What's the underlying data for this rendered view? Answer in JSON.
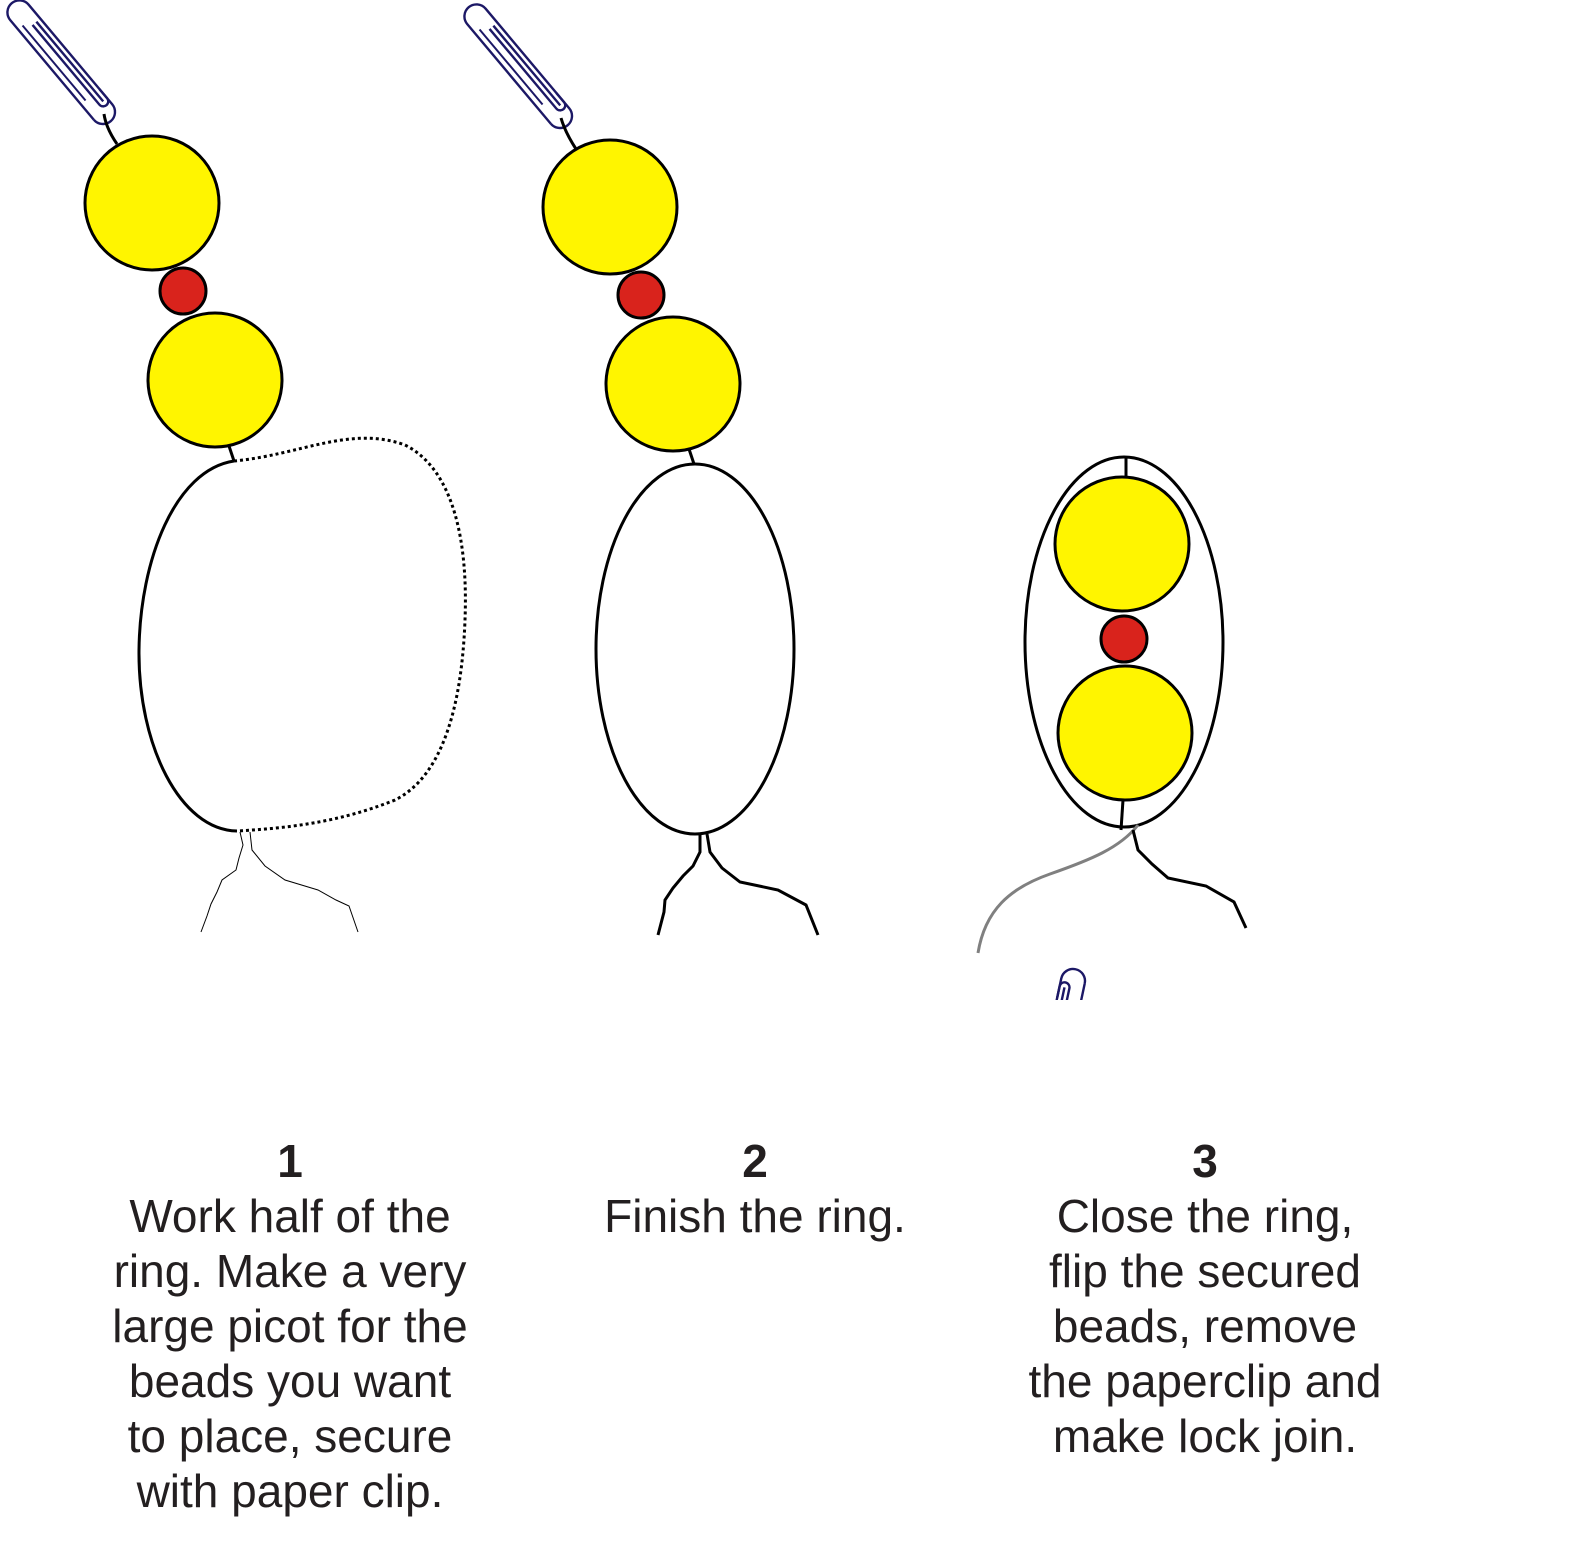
{
  "colors": {
    "bead_large": "#fff500",
    "bead_small": "#d9231c",
    "outline": "#000000",
    "paperclip": "#1c1866",
    "thread_gray": "#808080",
    "text": "#231f20"
  },
  "icons": [
    "paperclip-icon",
    "large-bead-icon",
    "small-bead-icon"
  ],
  "steps": [
    {
      "number": "1",
      "text": "Work half of the\nring. Make a very\nlarge picot for the\nbeads you want\nto place, secure\nwith paper clip."
    },
    {
      "number": "2",
      "text": "Finish the ring."
    },
    {
      "number": "3",
      "text": "Close the ring,\nflip the secured\nbeads, remove\nthe paperclip and\nmake lock join."
    }
  ]
}
